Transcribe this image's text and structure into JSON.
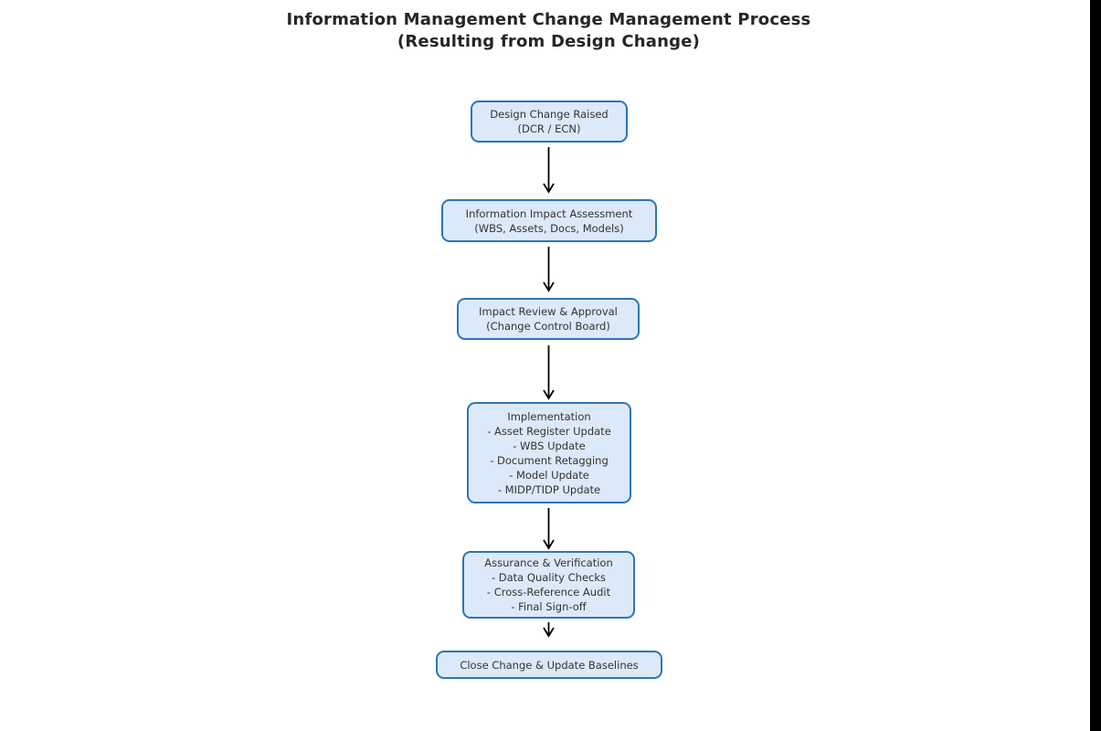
{
  "diagram": {
    "title": "Information Management Change Management Process\n(Resulting from Design Change)",
    "nodes": [
      {
        "id": "design-change-raised",
        "label": "Design Change Raised\n(DCR / ECN)"
      },
      {
        "id": "information-impact-assessment",
        "label": "Information Impact Assessment\n(WBS, Assets, Docs, Models)"
      },
      {
        "id": "impact-review-approval",
        "label": "Impact Review & Approval\n(Change Control Board)"
      },
      {
        "id": "implementation",
        "label": "Implementation\n- Asset Register Update\n- WBS Update\n- Document Retagging\n- Model Update\n- MIDP/TIDP Update"
      },
      {
        "id": "assurance-verification",
        "label": "Assurance & Verification\n- Data Quality Checks\n- Cross-Reference Audit\n- Final Sign-off"
      },
      {
        "id": "close-change-update-baselines",
        "label": "Close Change & Update Baselines"
      }
    ],
    "flow_order": [
      "design-change-raised",
      "information-impact-assessment",
      "impact-review-approval",
      "implementation",
      "assurance-verification",
      "close-change-update-baselines"
    ],
    "colors": {
      "node_fill": "#dce9f8",
      "node_border": "#2e75b6",
      "node_text": "#333333",
      "title_text": "#262626",
      "arrow": "#000000",
      "background": "#ffffff",
      "letterbox": "#000000"
    }
  }
}
